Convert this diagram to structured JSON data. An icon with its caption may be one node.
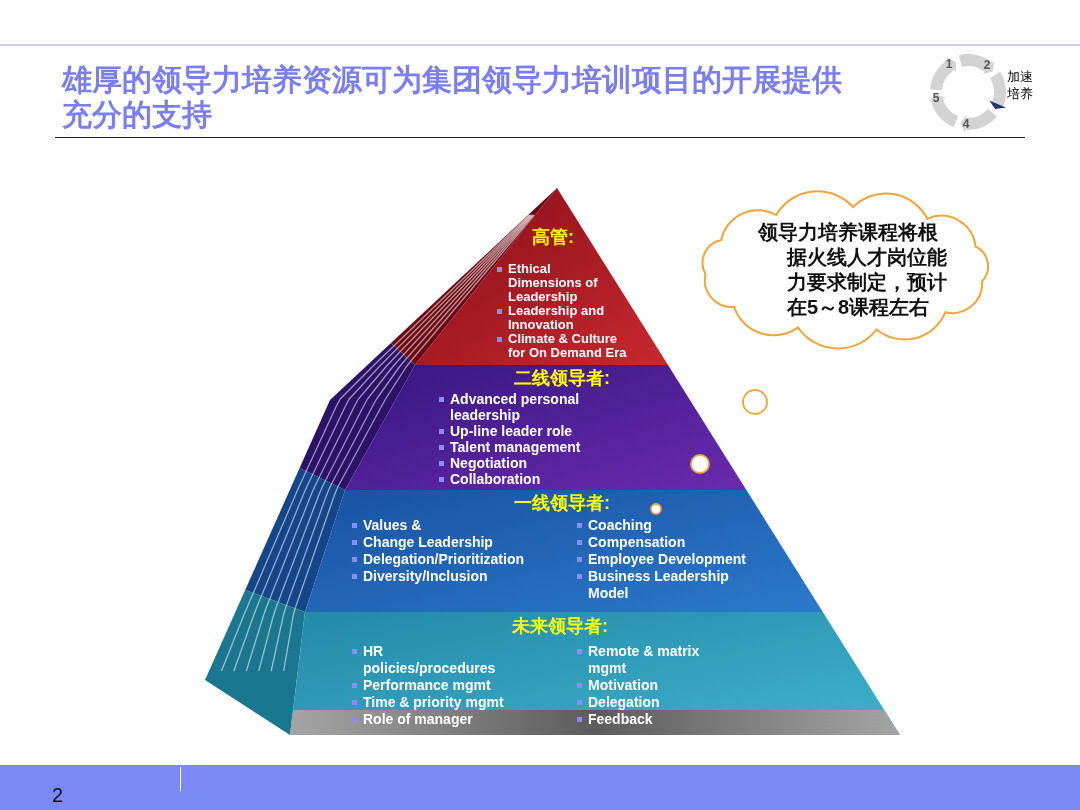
{
  "diagram": {
    "title": "雄厚的领导力培养资源可为集团领导力培训项目的开展提供充分的支持",
    "nodes": [
      {
        "text": [
          "加速培养",
          "1",
          "2",
          "5",
          "4"
        ]
      },
      {
        "text": [
          "高管:",
          "Ethical Dimensions of Leadership",
          "Leadership and Innovation",
          "Climate & Culture for On Demand Era"
        ]
      },
      {
        "text": [
          "二线领导者:",
          "Advanced personal leadership",
          "Up-line leader role",
          "Talent management",
          "Negotiation",
          "Collaboration"
        ]
      },
      {
        "text": [
          "一线领导者:",
          "Values &",
          "Change Leadership",
          "Delegation/Prioritization",
          "Diversity/Inclusion",
          "Coaching",
          "Compensation",
          "Employee Development",
          "Business Leadership Model"
        ]
      },
      {
        "text": [
          "未来领导者:",
          "HR policies/procedures",
          "Performance mgmt",
          "Time & priority mgmt",
          "Role of manager",
          "Remote & matrix mgmt",
          "Motivation",
          "Delegation",
          "Feedback"
        ]
      },
      {
        "text": [
          "领导力培养课程将根据火线人才岗位能力要求制定，预计在5～8课程左右"
        ]
      }
    ],
    "labels": [
      "2"
    ]
  }
}
